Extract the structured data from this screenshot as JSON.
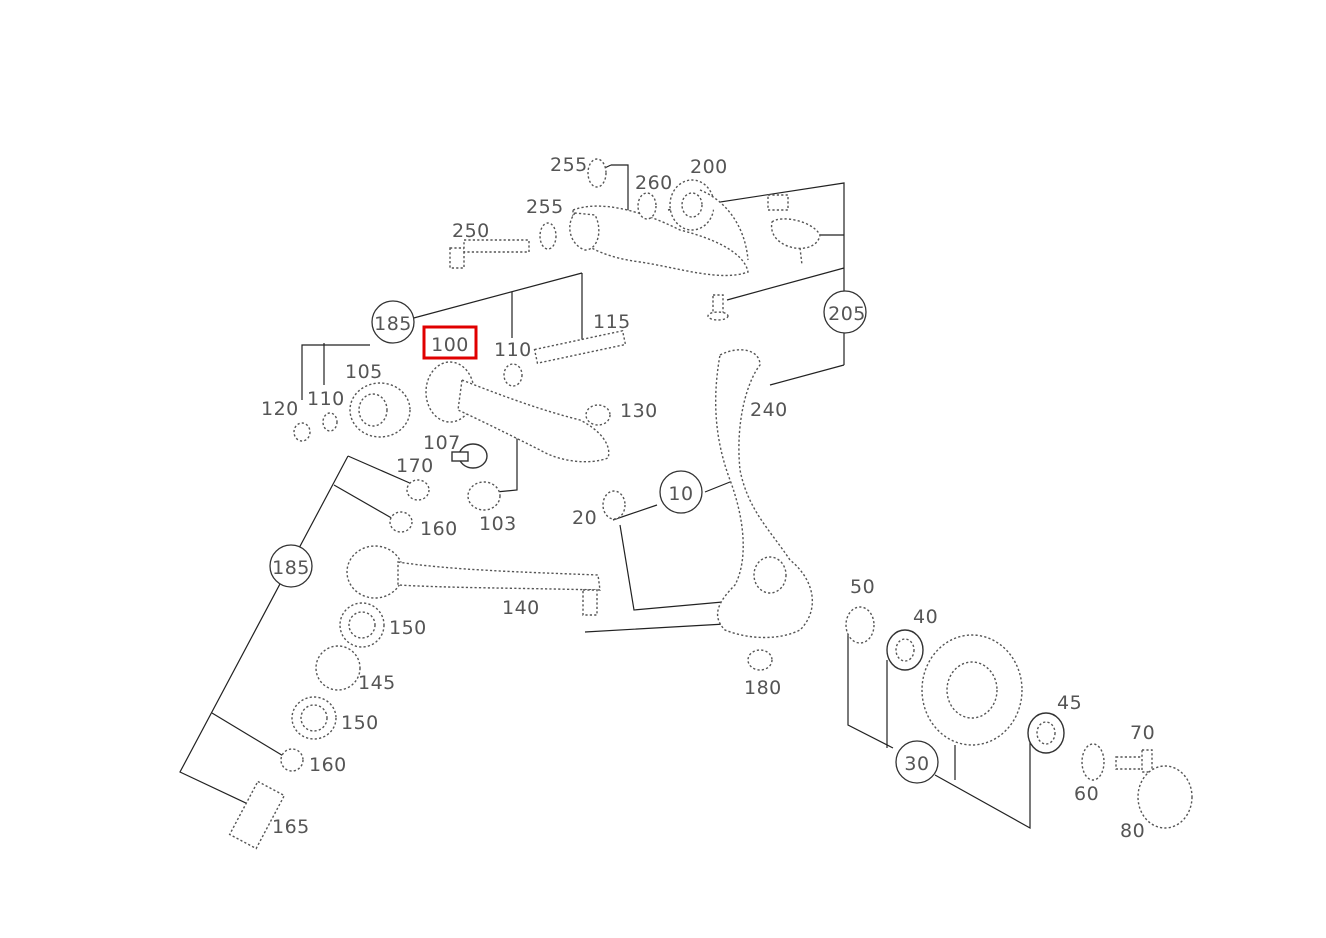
{
  "diagram": {
    "highlighted_part": "100",
    "labels": {
      "p255a": "255",
      "p255b": "255",
      "p260": "260",
      "p200": "200",
      "p250": "250",
      "p185a": "185",
      "p185b": "185",
      "p100": "100",
      "p110a": "110",
      "p110b": "110",
      "p115": "115",
      "p205": "205",
      "p105": "105",
      "p120": "120",
      "p130": "130",
      "p240": "240",
      "p107": "107",
      "p170": "170",
      "p10": "10",
      "p160a": "160",
      "p160b": "160",
      "p103": "103",
      "p20": "20",
      "p140": "140",
      "p150a": "150",
      "p150b": "150",
      "p145": "145",
      "p165": "165",
      "p180": "180",
      "p50": "50",
      "p40": "40",
      "p45": "45",
      "p70": "70",
      "p30": "30",
      "p60": "60",
      "p80": "80"
    }
  }
}
